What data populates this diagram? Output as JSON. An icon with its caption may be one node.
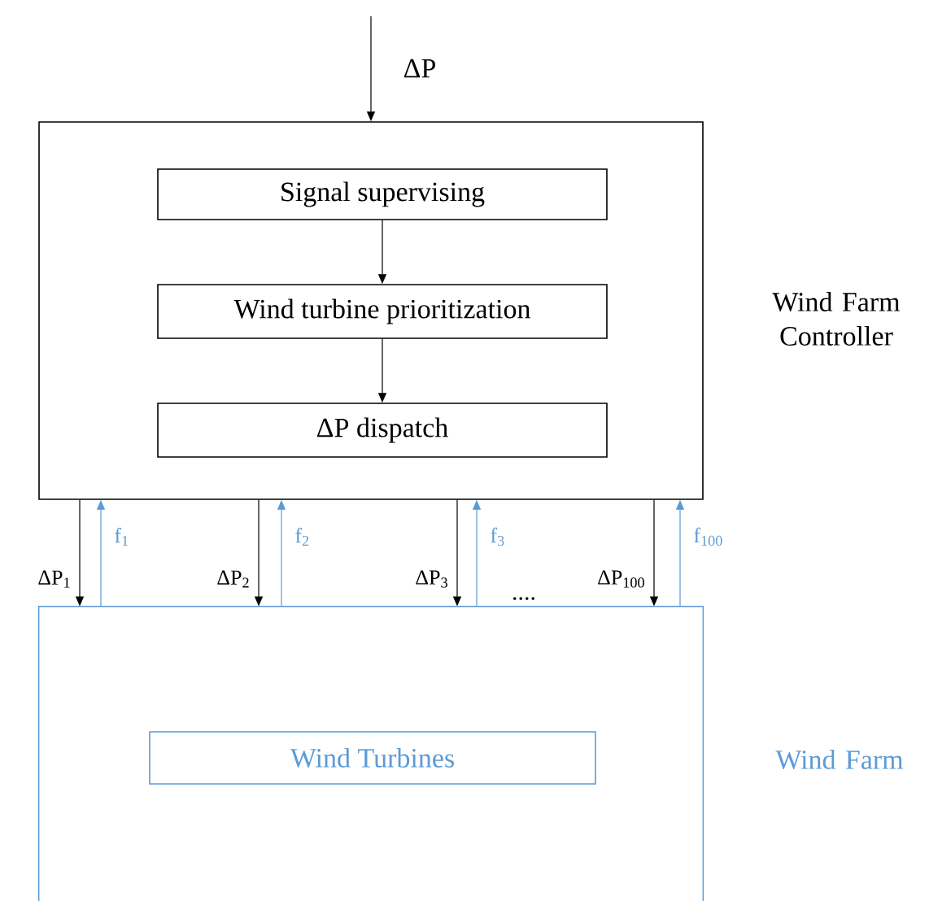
{
  "diagram": {
    "nodes": [
      {
        "text": [
          "Wind Farm Controller"
        ]
      },
      {
        "text": [
          "Signal supervising"
        ],
        "in": 0
      },
      {
        "text": [
          "Wind turbine prioritization"
        ],
        "in": 0
      },
      {
        "text": [
          "ΔP dispatch"
        ],
        "in": 0
      },
      {
        "text": [
          "Wind Farm"
        ]
      },
      {
        "text": [
          "Wind Turbines"
        ],
        "in": 4
      }
    ],
    "edges": [
      {
        "from": null,
        "to": 0,
        "arrow": "to",
        "label": "ΔP"
      },
      {
        "from": 1,
        "to": 2,
        "arrow": "to"
      },
      {
        "from": 2,
        "to": 3,
        "arrow": "to"
      },
      {
        "from": 0,
        "to": 4,
        "arrow": "to",
        "label": "ΔP$_{1}$"
      },
      {
        "from": 4,
        "to": 0,
        "arrow": "to",
        "label": "f$_{1}$",
        "color": "#5b9bd5"
      },
      {
        "from": 0,
        "to": 4,
        "arrow": "to",
        "label": "ΔP$_{2}$"
      },
      {
        "from": 4,
        "to": 0,
        "arrow": "to",
        "label": "f$_{2}$",
        "color": "#5b9bd5"
      },
      {
        "from": 0,
        "to": 4,
        "arrow": "to",
        "label": "ΔP$_{3}$"
      },
      {
        "from": 4,
        "to": 0,
        "arrow": "to",
        "label": "f$_{3}$",
        "color": "#5b9bd5"
      },
      {
        "from": 0,
        "to": 4,
        "arrow": "to",
        "label": "ΔP$_{100}$"
      },
      {
        "from": 4,
        "to": 0,
        "arrow": "to",
        "label": "f$_{100}$",
        "color": "#5b9bd5"
      }
    ],
    "labels": [
      "...."
    ]
  }
}
